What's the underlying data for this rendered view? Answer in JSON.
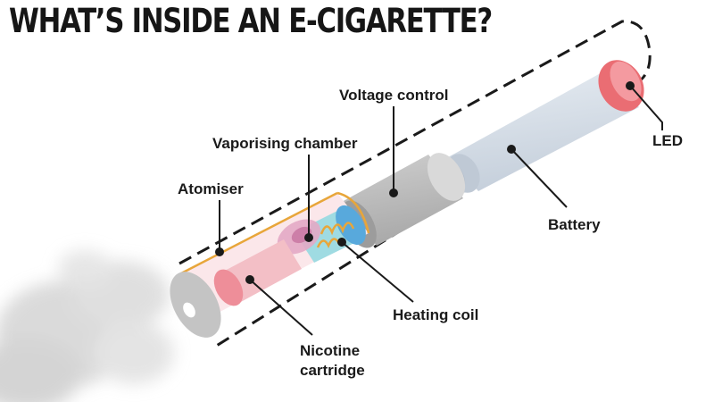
{
  "title": "WHAT’S INSIDE AN E-CIGARETTE?",
  "labels": {
    "voltage_control": "Voltage control",
    "vaporising_chamber": "Vaporising chamber",
    "atomiser": "Atomiser",
    "led": "LED",
    "battery": "Battery",
    "heating_coil": "Heating coil",
    "nicotine_line1": "Nicotine",
    "nicotine_line2": "cartridge"
  },
  "colors": {
    "accent_orange": "#e8a63a",
    "battery_blue": "#d5dde6",
    "led_red": "#ea6d73",
    "cartridge_pink": "#f3bfc6",
    "chamber_teal": "#8fd6df",
    "mouthpiece_grey": "#c4c4c4"
  }
}
